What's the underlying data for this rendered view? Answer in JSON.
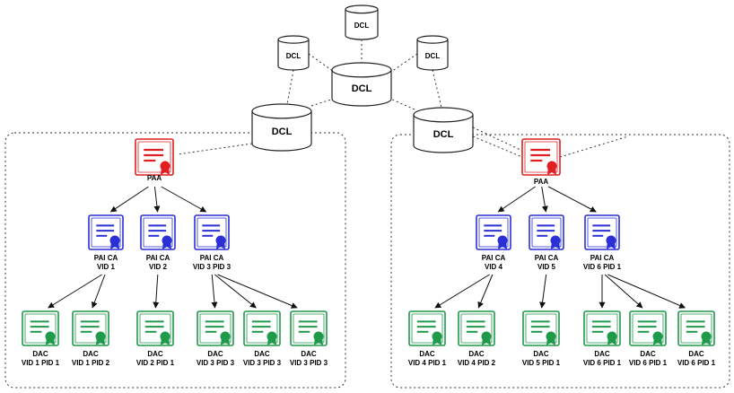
{
  "colors": {
    "paa": "#e02020",
    "pai": "#2a2fd6",
    "dac": "#1f9a4a",
    "edge": "#111111",
    "dashed": "#333333"
  },
  "icons": {
    "database": "cylinder-icon",
    "certificate": "certificate-ribbon-icon"
  },
  "dcl_nodes": [
    {
      "id": "dcl-top",
      "label": "DCL"
    },
    {
      "id": "dcl-left-small",
      "label": "DCL"
    },
    {
      "id": "dcl-right-small",
      "label": "DCL"
    },
    {
      "id": "dcl-center",
      "label": "DCL"
    },
    {
      "id": "dcl-left",
      "label": "DCL"
    },
    {
      "id": "dcl-right",
      "label": "DCL"
    }
  ],
  "groups": [
    {
      "paa": {
        "label": [
          "PAA"
        ]
      },
      "pais": [
        {
          "label": [
            "PAI CA",
            "VID 1"
          ]
        },
        {
          "label": [
            "PAI CA",
            "VID 2"
          ]
        },
        {
          "label": [
            "PAI CA",
            "VID 3 PID 3"
          ]
        }
      ],
      "dacs": [
        {
          "label": [
            "DAC",
            "VID 1 PID 1"
          ],
          "parent": 0
        },
        {
          "label": [
            "DAC",
            "VID 1 PID 2"
          ],
          "parent": 0
        },
        {
          "label": [
            "DAC",
            "VID 2 PID 1"
          ],
          "parent": 1
        },
        {
          "label": [
            "DAC",
            "VID 3 PID 3"
          ],
          "parent": 2
        },
        {
          "label": [
            "DAC",
            "VID 3 PID 3"
          ],
          "parent": 2
        },
        {
          "label": [
            "DAC",
            "VID 3 PID 3"
          ],
          "parent": 2
        }
      ]
    },
    {
      "paa": {
        "label": [
          "PAA"
        ]
      },
      "pais": [
        {
          "label": [
            "PAI CA",
            "VID 4"
          ]
        },
        {
          "label": [
            "PAI CA",
            "VID 5"
          ]
        },
        {
          "label": [
            "PAI CA",
            "VID 6 PID 1"
          ]
        }
      ],
      "dacs": [
        {
          "label": [
            "DAC",
            "VID 4 PID 1"
          ],
          "parent": 0
        },
        {
          "label": [
            "DAC",
            "VID 4 PID 2"
          ],
          "parent": 0
        },
        {
          "label": [
            "DAC",
            "VID 5 PID 1"
          ],
          "parent": 1
        },
        {
          "label": [
            "DAC",
            "VID 6 PID 1"
          ],
          "parent": 2
        },
        {
          "label": [
            "DAC",
            "VID 6 PID 1"
          ],
          "parent": 2
        },
        {
          "label": [
            "DAC",
            "VID 6 PID 1"
          ],
          "parent": 2
        }
      ]
    }
  ]
}
